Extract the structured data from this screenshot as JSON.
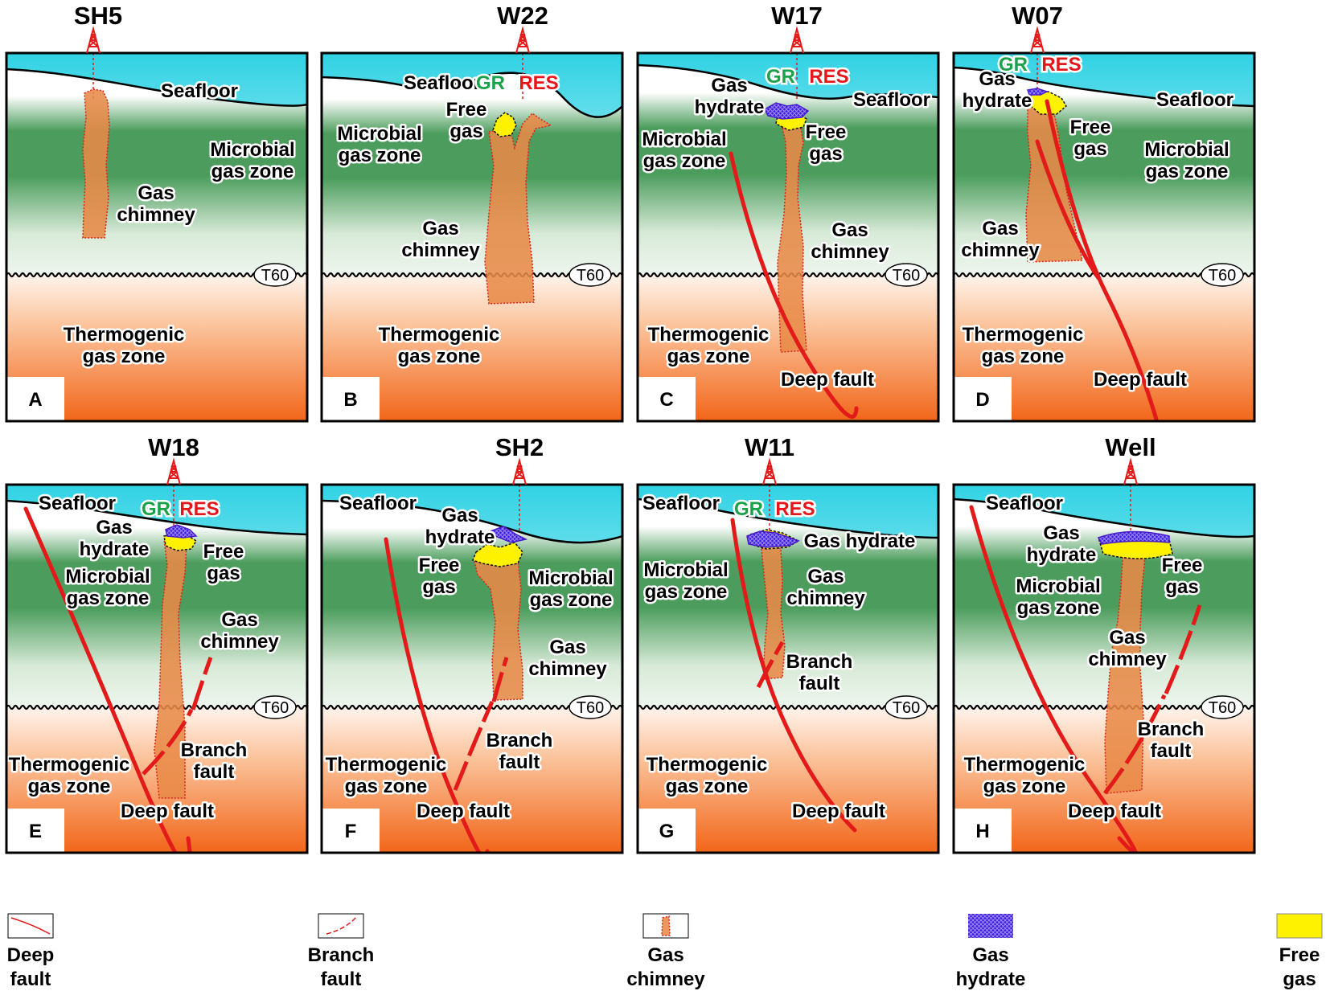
{
  "panels": [
    {
      "letter": "A",
      "well_name": "SH5",
      "labels": {
        "seafloor": "Seafloor",
        "microbial": [
          "Microbial",
          "gas zone"
        ],
        "chimney": [
          "Gas",
          "chimney"
        ],
        "thermo": [
          "Thermogenic",
          "gas zone"
        ]
      }
    },
    {
      "letter": "B",
      "well_name": "W22",
      "labels": {
        "seafloor": "Seafloor",
        "gr": "GR",
        "res": "RES",
        "free": [
          "Free",
          "gas"
        ],
        "microbial": [
          "Microbial",
          "gas zone"
        ],
        "chimney": [
          "Gas",
          "chimney"
        ],
        "thermo": [
          "Thermogenic",
          "gas zone"
        ]
      }
    },
    {
      "letter": "C",
      "well_name": "W17",
      "labels": {
        "gr": "GR",
        "res": "RES",
        "hydrate": [
          "Gas",
          "hydrate"
        ],
        "seafloor": "Seafloor",
        "free": [
          "Free",
          "gas"
        ],
        "microbial": [
          "Microbial",
          "gas zone"
        ],
        "chimney": [
          "Gas",
          "chimney"
        ],
        "thermo": [
          "Thermogenic",
          "gas zone"
        ],
        "deep": "Deep fault"
      }
    },
    {
      "letter": "D",
      "well_name": "W07",
      "labels": {
        "gr": "GR",
        "res": "RES",
        "hydrate": [
          "Gas",
          "hydrate"
        ],
        "seafloor": "Seafloor",
        "free": [
          "Free",
          "gas"
        ],
        "microbial": [
          "Microbial",
          "gas zone"
        ],
        "chimney": [
          "Gas",
          "chimney"
        ],
        "thermo": [
          "Thermogenic",
          "gas zone"
        ],
        "deep": "Deep fault"
      }
    },
    {
      "letter": "E",
      "well_name": "W18",
      "labels": {
        "seafloor": "Seafloor",
        "gr": "GR",
        "res": "RES",
        "hydrate": [
          "Gas",
          "hydrate"
        ],
        "free": [
          "Free",
          "gas"
        ],
        "microbial": [
          "Microbial",
          "gas zone"
        ],
        "chimney": [
          "Gas",
          "chimney"
        ],
        "branch": [
          "Branch",
          "fault"
        ],
        "thermo": [
          "Thermogenic",
          "gas zone"
        ],
        "deep": "Deep fault"
      }
    },
    {
      "letter": "F",
      "well_name": "SH2",
      "labels": {
        "seafloor": "Seafloor",
        "hydrate": [
          "Gas",
          "hydrate"
        ],
        "free": [
          "Free",
          "gas"
        ],
        "microbial": [
          "Microbial",
          "gas zone"
        ],
        "chimney": [
          "Gas",
          "chimney"
        ],
        "branch": [
          "Branch",
          "fault"
        ],
        "thermo": [
          "Thermogenic",
          "gas zone"
        ],
        "deep": "Deep fault"
      }
    },
    {
      "letter": "G",
      "well_name": "W11",
      "labels": {
        "seafloor": "Seafloor",
        "gr": "GR",
        "res": "RES",
        "hydrate1": "Gas hydrate",
        "microbial": [
          "Microbial",
          "gas zone"
        ],
        "chimney": [
          "Gas",
          "chimney"
        ],
        "branch": [
          "Branch",
          "fault"
        ],
        "thermo": [
          "Thermogenic",
          "gas zone"
        ],
        "deep": "Deep fault"
      }
    },
    {
      "letter": "H",
      "well_name": "Well",
      "labels": {
        "seafloor": "Seafloor",
        "hydrate": [
          "Gas",
          "hydrate"
        ],
        "free": [
          "Free",
          "gas"
        ],
        "microbial": [
          "Microbial",
          "gas zone"
        ],
        "chimney": [
          "Gas",
          "chimney"
        ],
        "branch": [
          "Branch",
          "fault"
        ],
        "thermo": [
          "Thermogenic",
          "gas zone"
        ],
        "deep": "Deep fault"
      }
    }
  ],
  "horizon_label": "T60",
  "legend": [
    {
      "key": "deep-fault",
      "label": [
        "Deep",
        "fault"
      ]
    },
    {
      "key": "branch-fault",
      "label": [
        "Branch",
        "fault"
      ]
    },
    {
      "key": "gas-chimney",
      "label": [
        "Gas",
        "chimney"
      ]
    },
    {
      "key": "gas-hydrate",
      "label": [
        "Gas",
        "hydrate"
      ]
    },
    {
      "key": "free-gas",
      "label": [
        "Free",
        "gas"
      ]
    }
  ],
  "colors": {
    "seawater": "#33d6e6",
    "microbial_zone": "#4c9d5d",
    "thermogenic_zone": "#f26a1e",
    "chimney": "#e88a48",
    "fault": "#e21a1a",
    "free_gas": "#fff200",
    "hydrate": "#3b1ee0",
    "gr": "#1aa24a",
    "res": "#e4161b"
  }
}
